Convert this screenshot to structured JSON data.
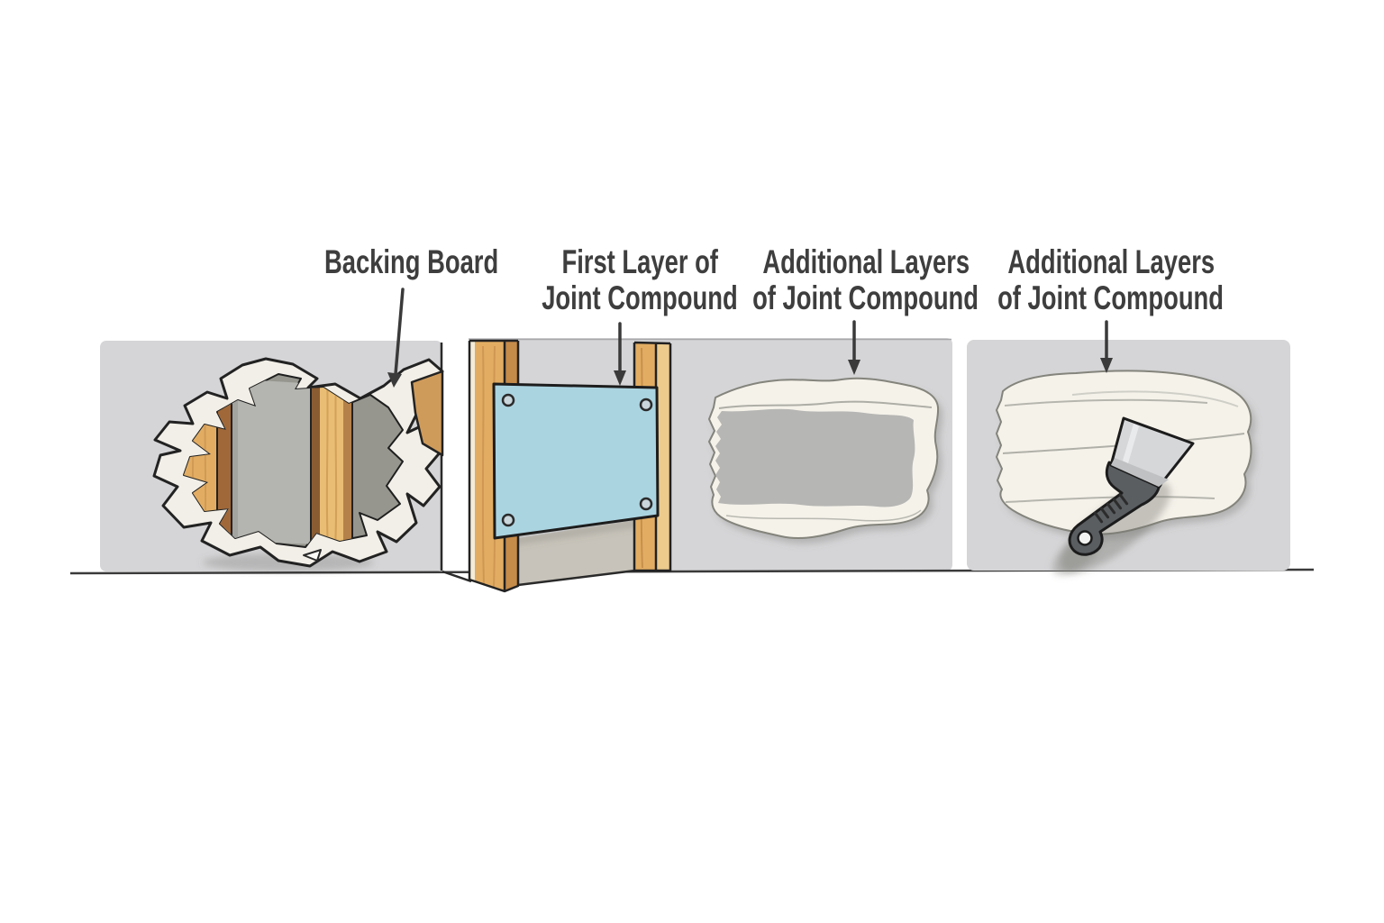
{
  "diagram": {
    "subject": "drywall-hole-repair-steps",
    "step_count": 4
  },
  "steps": [
    {
      "name": "damaged-wall",
      "label_lines": [
        "Backing Board"
      ]
    },
    {
      "name": "backing-board-installed",
      "label_lines": [
        "First Layer of",
        "Joint Compound"
      ]
    },
    {
      "name": "first-additional-layers",
      "label_lines": [
        "Additional Layers",
        "of Joint Compound"
      ]
    },
    {
      "name": "final-additional-layers",
      "label_lines": [
        "Additional Layers",
        "of Joint Compound"
      ]
    }
  ],
  "illustration_elements": [
    "damaged-drywall-hole",
    "torn-paper-edges",
    "wood-studs",
    "backing-board",
    "screws",
    "joint-compound-patch",
    "putty-knife",
    "floor-line",
    "label-arrows"
  ],
  "palette": {
    "background": "#ffffff",
    "text": "#3e3e3e",
    "arrow": "#3a3a3a",
    "outline": "#222222",
    "wall": "#d5d5d7",
    "wall_inner": "#c7c3ba",
    "cavity": "#96968f",
    "cavity_back": "#b4b4b0",
    "wood_light": "#e2ad63",
    "wood_side": "#c58b49",
    "wood_dark": "#a06838",
    "torn_paper": "#f2efe8",
    "backing_board_blue": "#abd4e1",
    "screw_fill": "#c9d6dc",
    "joint_compound": "#f5f2ea",
    "patch_center_gray": "#b6b6b4",
    "knife_blade": "#d6d7d9",
    "knife_handle": "#5a5e61"
  }
}
